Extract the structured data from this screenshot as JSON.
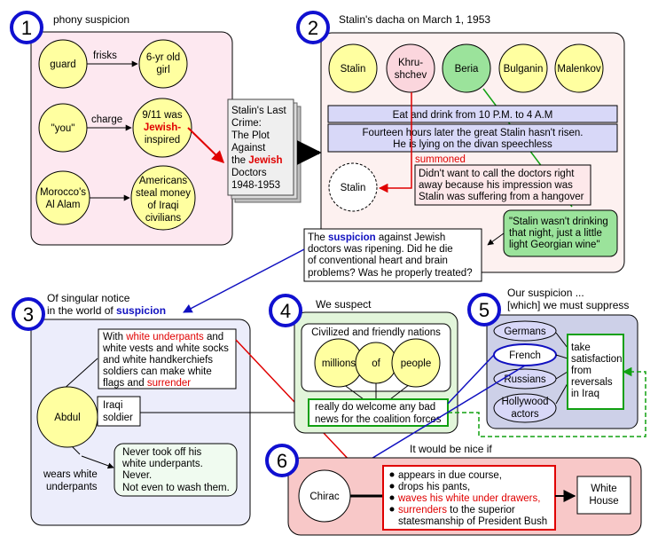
{
  "colors": {
    "panel1_fill": "#fde8f0",
    "panel2_fill": "#fdf1f0",
    "panel3_fill": "#ecedfb",
    "panel4_fill": "#e2f5da",
    "panel5_fill": "#cdd0e8",
    "panel6_fill": "#f8c8c8",
    "yellow_node": "#ffffa0",
    "pink_node": "#fbd6dd",
    "green_node": "#9be39b",
    "lavender_node": "#d8d8f8",
    "number_ring": "#1010d0",
    "red": "#e00000",
    "blue": "#1010c0",
    "green": "#10a010"
  },
  "panel1": {
    "number": "1",
    "title": "phony suspicion",
    "nodes": {
      "guard": "guard",
      "girl": [
        "6-yr old",
        "girl"
      ],
      "you": "\"you\"",
      "nine_eleven": [
        "9/11 was",
        "Jewish-",
        "inspired"
      ],
      "alalam": [
        "Morocco's",
        "Al Alam"
      ],
      "americans": [
        "Americans",
        "steal money",
        "of Iraqi",
        "civilians"
      ]
    },
    "edges": {
      "frisks": "frisks",
      "charge": "charge"
    }
  },
  "book": {
    "lines": [
      "Stalin's Last",
      "Crime:",
      "The Plot",
      "Against",
      "the ",
      "Jewish",
      "Doctors",
      "1948-1953"
    ]
  },
  "panel2": {
    "number": "2",
    "title": "Stalin's dacha on March 1, 1953",
    "people": [
      "Stalin",
      "Khru-",
      "shchev",
      "Beria",
      "Bulganin",
      "Malenkov"
    ],
    "eat_drink": "Eat and drink from 10 P.M. to 4 A.M",
    "fourteen": [
      "Fourteen hours later the great Stalin hasn't risen.",
      "He is lying on the divan speechless"
    ],
    "summoned": "summoned",
    "stalin_later": "Stalin",
    "doctors_note": [
      "Didn't want to call the doctors right",
      "away because his impression was",
      "Stalin was suffering from a hangover"
    ],
    "beria_quote": [
      "\"Stalin wasn't drinking",
      "that night, just a little",
      "light Georgian wine\""
    ],
    "suspicion_note": [
      "The ",
      "suspicion",
      " against Jewish",
      "doctors was ripening. Did he die",
      "of conventional heart and brain",
      "problems? Was he properly treated?"
    ]
  },
  "panel3": {
    "number": "3",
    "title_a": "Of singular notice",
    "title_b": "in the world of ",
    "title_c": "suspicion",
    "abdul": "Abdul",
    "iraqi_soldier": [
      "Iraqi",
      "soldier"
    ],
    "underpants_text": [
      "With ",
      "white underpants",
      " and",
      "white vests and white socks",
      "and white handkerchiefs",
      "soldiers can make white",
      "flags and ",
      "surrender"
    ],
    "wears": [
      "wears white",
      "underpants"
    ],
    "never_text": [
      "Never took off his",
      "white underpants.",
      "Never.",
      "Not even to wash them."
    ]
  },
  "panel4": {
    "number": "4",
    "title": "We suspect",
    "civilized": "Civilized and friendly nations",
    "circles": [
      "millions",
      "of",
      "people"
    ],
    "bad_news": [
      "really do welcome any bad",
      "news for the coalition forces"
    ]
  },
  "panel5": {
    "number": "5",
    "title": [
      "Our suspicion ...",
      "[which] we must suppress"
    ],
    "nations": [
      "Germans",
      "French",
      "Russians",
      "Hollywood",
      "actors"
    ],
    "satisfaction": [
      "take",
      "satisfaction",
      "from",
      "reversals",
      "in Iraq"
    ]
  },
  "panel6": {
    "number": "6",
    "title": "It would be nice if",
    "chirac": "Chirac",
    "bullets": [
      "appears in due course,",
      "drops his pants,",
      "waves his white under drawers,",
      "surrenders",
      " to the superior",
      "statesmanship of President Bush"
    ],
    "white_house": [
      "White",
      "House"
    ]
  }
}
